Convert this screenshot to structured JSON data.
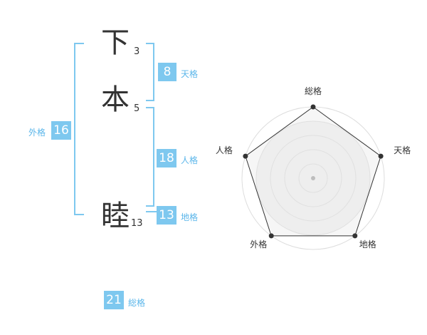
{
  "name": {
    "chars": [
      {
        "char": "下",
        "strokes": "3"
      },
      {
        "char": "本",
        "strokes": "5"
      },
      {
        "char": "睦",
        "strokes": "13"
      }
    ]
  },
  "fortunes": {
    "tenkaku": {
      "label": "天格",
      "value": "8"
    },
    "jinkaku": {
      "label": "人格",
      "value": "18"
    },
    "chikaku": {
      "label": "地格",
      "value": "13"
    },
    "gaikaku": {
      "label": "外格",
      "value": "16"
    },
    "soukaku": {
      "label": "総格",
      "value": "21"
    }
  },
  "chart_data": {
    "type": "radar",
    "axes": [
      "総格",
      "天格",
      "地格",
      "外格",
      "人格"
    ],
    "values": [
      5,
      5,
      5,
      5,
      5
    ],
    "range": [
      0,
      5
    ],
    "rings": 5
  },
  "colors": {
    "accent": "#7ec8ef",
    "label": "#5bb6ea",
    "text": "#333333"
  }
}
